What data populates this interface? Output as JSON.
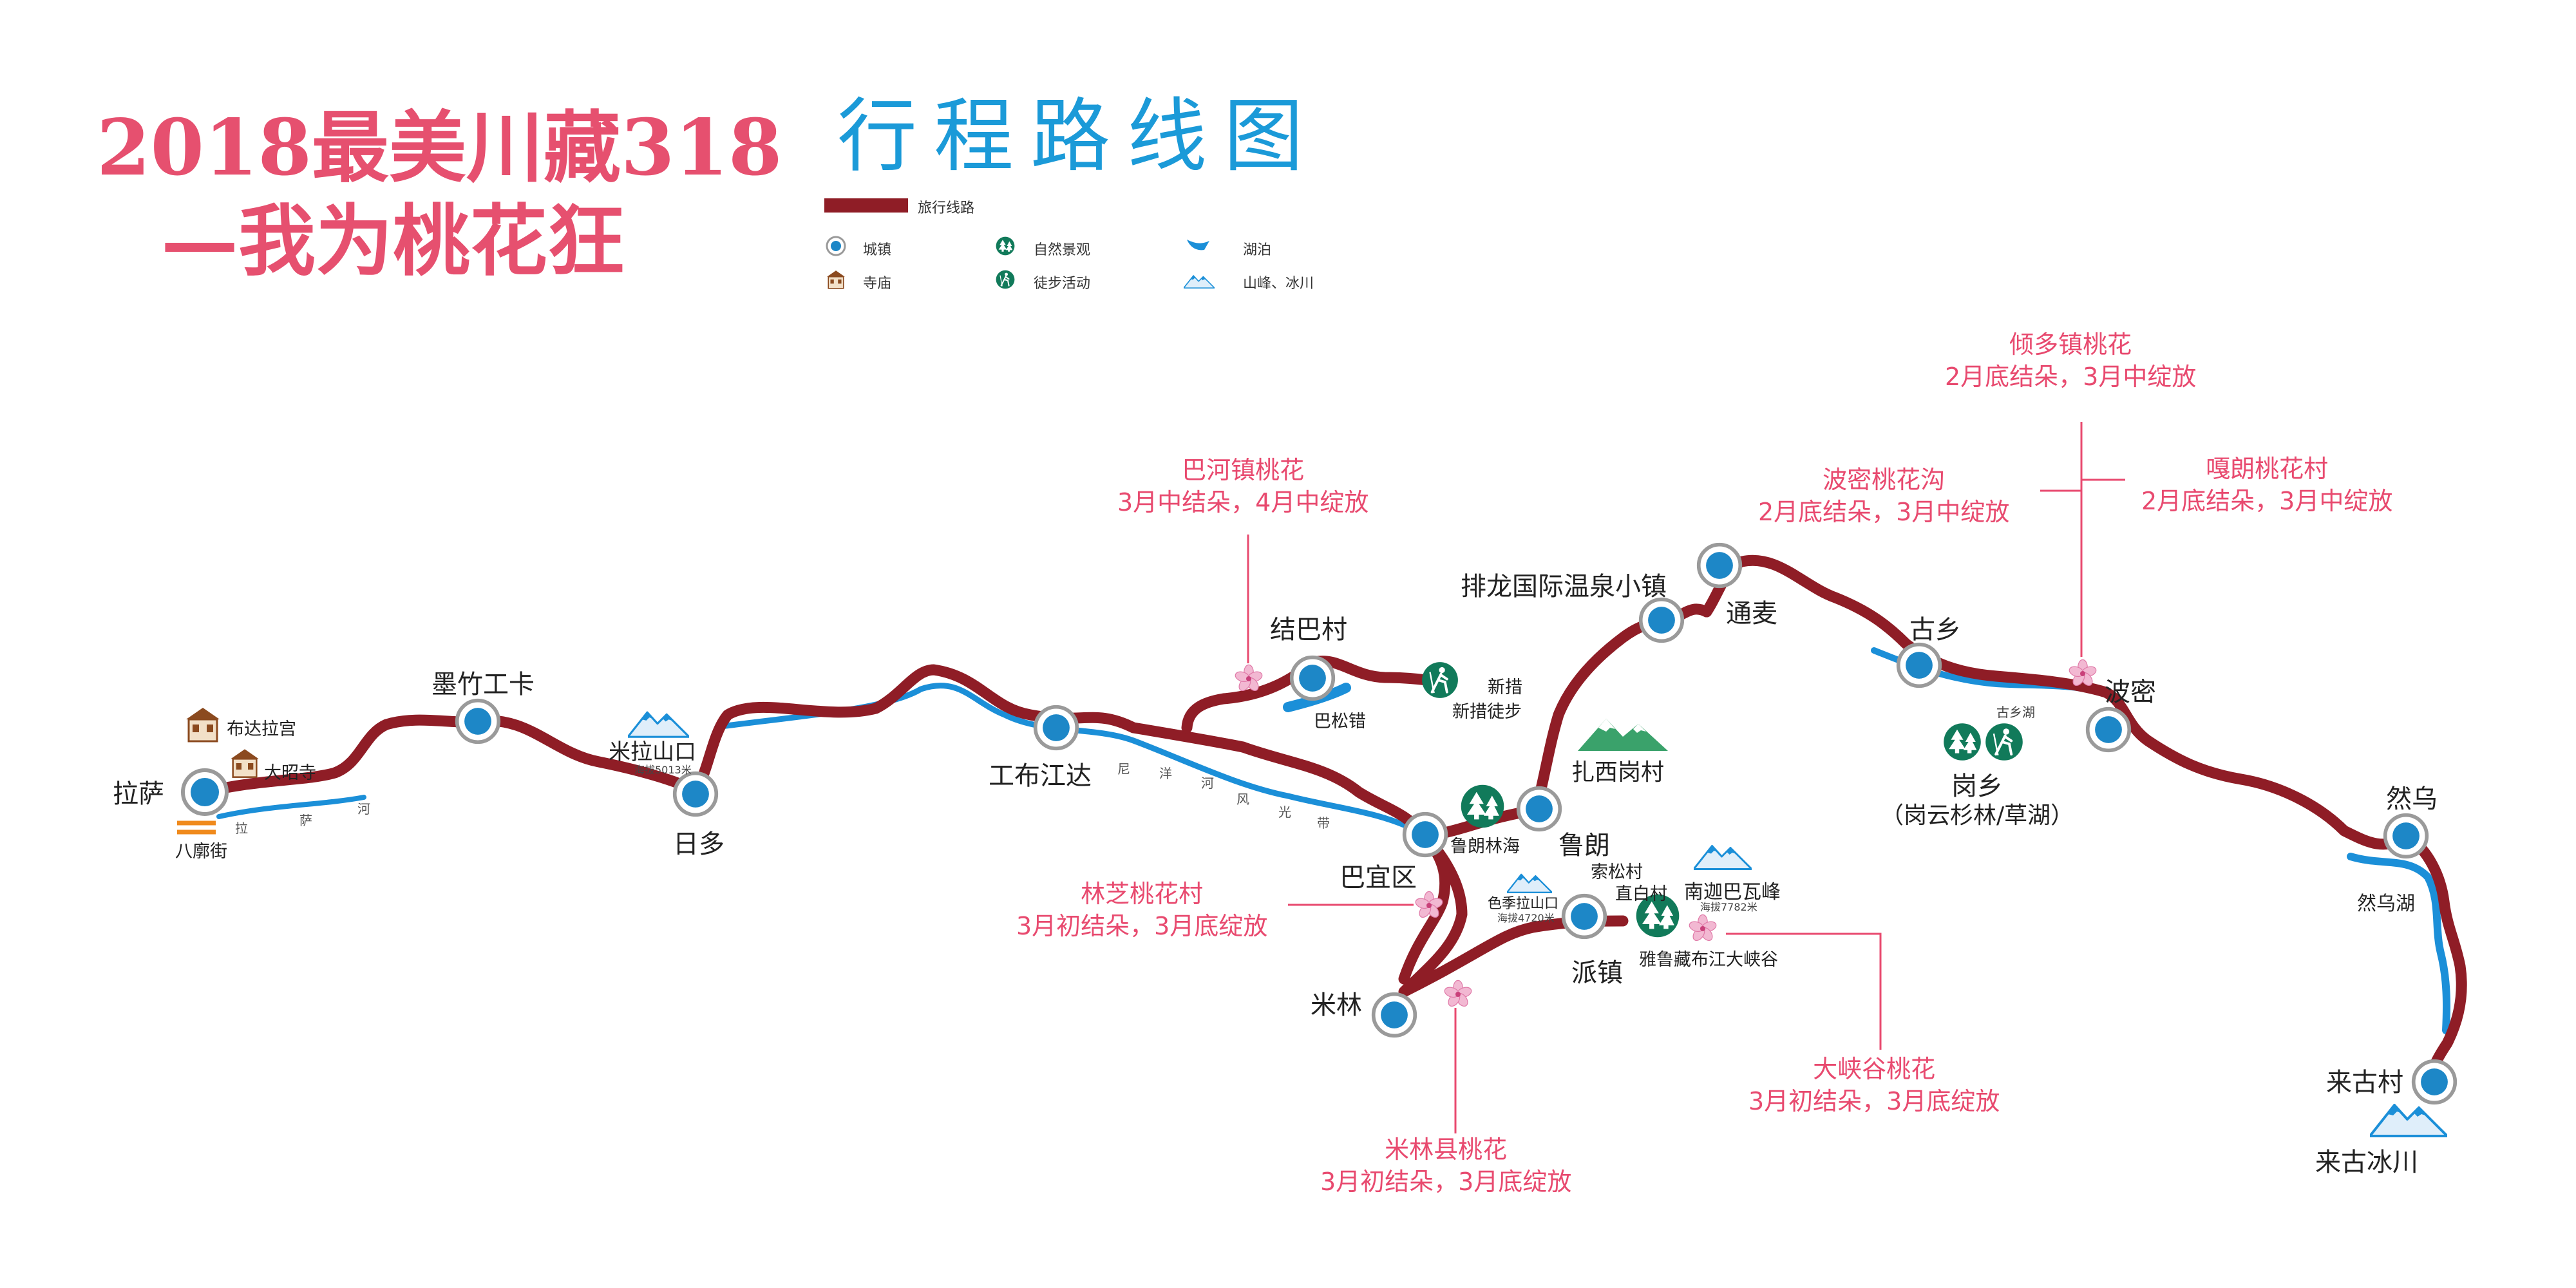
{
  "header": {
    "title_line1": "2018最美川藏318",
    "title_line2": "—我为桃花狂",
    "title_color": "#e6506f",
    "route_title": "行程路线图",
    "route_title_color": "#1b9ad8"
  },
  "legend": {
    "route": "旅行线路",
    "town": "城镇",
    "nature": "自然景观",
    "lake": "湖泊",
    "temple": "寺庙",
    "hiking": "徒步活动",
    "mountain": "山峰、冰川"
  },
  "colors": {
    "route": "#8f1d26",
    "river": "#1b8fd8",
    "town_ring": "#9a9a9a",
    "town_dot": "#1d87c7",
    "bloom_text": "#e84a6f",
    "bloom_line": "#e84a6f",
    "nature_icon": "#117a5a",
    "temple": "#8b4a1f"
  },
  "towns": {
    "lhasa": "拉萨",
    "mozhugongka": "墨竹工卡",
    "rido": "日多",
    "gongbujiangda": "工布江达",
    "jieba": "结巴村",
    "bayi": "巴宜区",
    "milin": "米林",
    "lulang": "鲁朗",
    "paizhen": "派镇",
    "pailong": "排龙国际温泉小镇",
    "tongmai": "通麦",
    "guxiang": "古乡",
    "bomi": "波密",
    "ranwu": "然乌",
    "laigu": "来古村"
  },
  "places": {
    "potala": "布达拉宫",
    "jokhang": "大昭寺",
    "barkhor": "八廓街",
    "milapass": "米拉山口",
    "milapass_alt": "海拔5013米",
    "basongcuo": "巴松错",
    "xincuo": "新措",
    "xincuo_hike": "新措徒步",
    "lulang_forest": "鲁朗林海",
    "zhaxigang": "扎西岗村",
    "sejila": "色季拉山口",
    "sejila_alt": "海拔4720米",
    "suosong": "索松村",
    "zhibai": "直白村",
    "namjagbarwa": "南迦巴瓦峰",
    "namjagbarwa_alt": "海拔7782米",
    "canyon": "雅鲁藏布江大峡谷",
    "gangxiang": "岗乡",
    "gangxiang_sub": "（岗云杉林/草湖）",
    "guxiang_lake": "古乡湖",
    "ranwu_lake": "然乌湖",
    "laigu_glacier": "来古冰川"
  },
  "rivers": {
    "lhasa_river": [
      "拉",
      "萨",
      "河"
    ],
    "niyang_river": [
      "尼",
      "洋",
      "河",
      "风",
      "光",
      "带"
    ]
  },
  "blossoms": {
    "bahe": {
      "name": "巴河镇桃花",
      "dates": "3月中结朵，4月中绽放"
    },
    "qingduo": {
      "name": "倾多镇桃花",
      "dates": "2月底结朵，3月中绽放"
    },
    "bomi_gully": {
      "name": "波密桃花沟",
      "dates": "2月底结朵，3月中绽放"
    },
    "galang": {
      "name": "嘎朗桃花村",
      "dates": "2月底结朵，3月中绽放"
    },
    "linzhi": {
      "name": "林芝桃花村",
      "dates": "3月初结朵，3月底绽放"
    },
    "milin_county": {
      "name": "米林县桃花",
      "dates": "3月初结朵，3月底绽放"
    },
    "canyon": {
      "name": "大峡谷桃花",
      "dates": "3月初结朵，3月底绽放"
    }
  }
}
